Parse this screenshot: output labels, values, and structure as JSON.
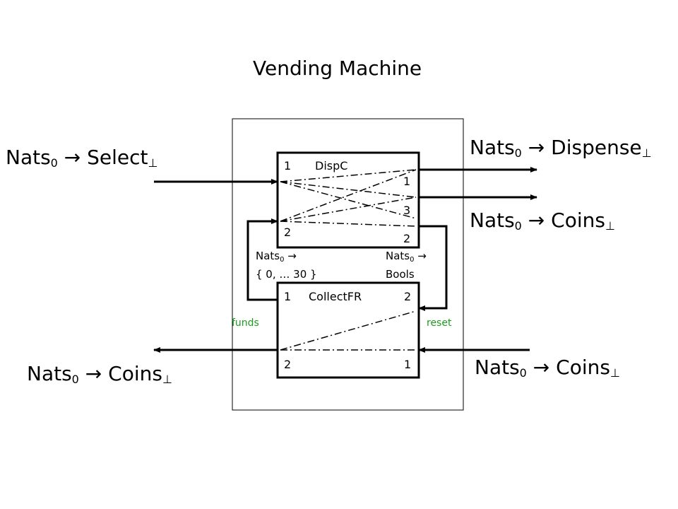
{
  "title": "Vending Machine",
  "symbols": {
    "arrow": "→",
    "bottom": "⊥"
  },
  "labels": {
    "nats": "Nats",
    "sub_zero": "0",
    "select": "Select",
    "dispense": "Dispense",
    "coins": "Coins",
    "range": "{ 0, … 30 }",
    "bools": "Bools"
  },
  "dispc": {
    "name": "DispC",
    "in_port_1": "1",
    "in_port_2": "2",
    "out_port_1": "1",
    "out_port_3": "3",
    "out_port_2": "2"
  },
  "collectfr": {
    "name": "CollectFR",
    "in_port_1": "1",
    "in_port_2": "2",
    "out_port_2": "2",
    "out_port_1": "1"
  },
  "wires": {
    "funds": "funds",
    "reset": "reset"
  },
  "colors": {
    "wire_label": "#1f9b1f",
    "line": "#000000"
  }
}
